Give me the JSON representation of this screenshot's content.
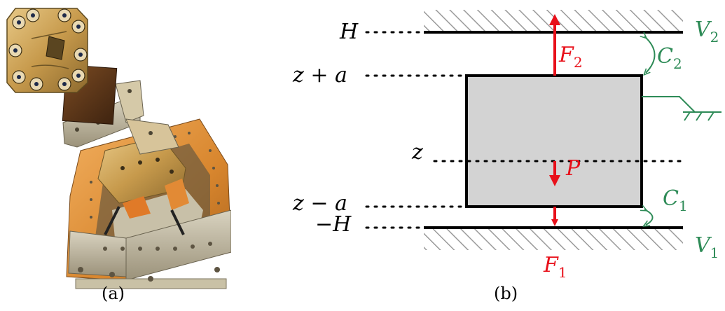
{
  "panel_a": {
    "caption": "(a)"
  },
  "panel_b": {
    "caption": "(b)",
    "levels": {
      "H": "H",
      "z_plus_a": "z + a",
      "z": "z",
      "z_minus_a": "z − a",
      "minus_H": "−H"
    },
    "forces": {
      "F2": "F",
      "F2_sub": "2",
      "F1": "F",
      "F1_sub": "1",
      "P": "P"
    },
    "capacitances": {
      "C2": "C",
      "C2_sub": "2",
      "C1": "C",
      "C1_sub": "1"
    },
    "voltages": {
      "V2": "V",
      "V2_sub": "2",
      "V1": "V",
      "V1_sub": "1"
    },
    "colors": {
      "force": "#e8101a",
      "electrical": "#2e8b57",
      "block_fill": "#d3d3d3",
      "hatch": "#a0a0a0"
    }
  }
}
